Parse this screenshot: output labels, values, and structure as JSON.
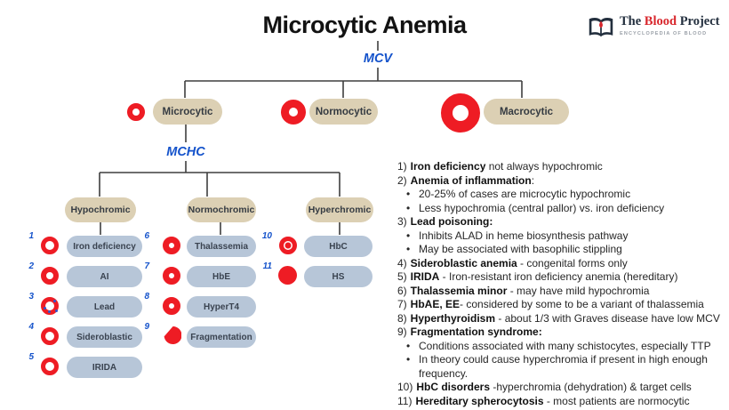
{
  "title": "Microcytic Anemia",
  "bullet": "•",
  "logo": {
    "word1": "The",
    "word2": "Blood",
    "word3": "Project",
    "tagline": "ENCYCLOPEDIA OF BLOOD",
    "icon": "open-book-with-blood-drop"
  },
  "labels": {
    "mcv": "MCV",
    "mchc": "MCHC"
  },
  "mcv_nodes": [
    {
      "label": "Microcytic",
      "icon": "small-microcyte-rbc"
    },
    {
      "label": "Normocytic",
      "icon": "normal-size-rbc"
    },
    {
      "label": "Macrocytic",
      "icon": "large-macrocyte-rbc"
    }
  ],
  "mchc_nodes": [
    {
      "label": "Hypochromic"
    },
    {
      "label": "Normochromic"
    },
    {
      "label": "Hyperchromic"
    }
  ],
  "columns": {
    "hypochromic": [
      {
        "num": "1",
        "label": "Iron deficiency",
        "icon": "hypochromic-rbc-ring"
      },
      {
        "num": "2",
        "label": "AI",
        "icon": "mildly-hypochromic-rbc-ring"
      },
      {
        "num": "3",
        "label": "Lead",
        "icon": "basophilic-stippled-rbc"
      },
      {
        "num": "4",
        "label": "Sideroblastic",
        "icon": "hypochromic-rbc-ring"
      },
      {
        "num": "5",
        "label": "IRIDA",
        "icon": "hypochromic-rbc-ring"
      }
    ],
    "normochromic": [
      {
        "num": "6",
        "label": "Thalassemia",
        "icon": "normochromic-rbc-donut"
      },
      {
        "num": "7",
        "label": "HbE",
        "icon": "normochromic-rbc-donut"
      },
      {
        "num": "8",
        "label": "HyperT4",
        "icon": "normochromic-rbc-donut"
      },
      {
        "num": "9",
        "label": "Fragmentation",
        "icon": "schistocyte-fragment"
      }
    ],
    "hyperchromic": [
      {
        "num": "10",
        "label": "HbC",
        "icon": "target-cell"
      },
      {
        "num": "11",
        "label": "HS",
        "icon": "spherocyte-solid"
      }
    ]
  },
  "notes": [
    {
      "num": "1)",
      "bold": "Iron deficiency",
      "rest": " not always hypochromic"
    },
    {
      "num": "2)",
      "bold": "Anemia of inflammation",
      "rest": ":"
    },
    {
      "text": "20-25% of cases are microcytic hypochromic"
    },
    {
      "text": "Less hypochromia (central pallor) vs. iron deficiency"
    },
    {
      "num": "3)",
      "bold": "Lead poisoning:",
      "rest": ""
    },
    {
      "text": "Inhibits ALAD in heme biosynthesis pathway"
    },
    {
      "text": "May be associated with basophilic stippling"
    },
    {
      "num": "4)",
      "bold": "Sideroblastic anemia",
      "rest": " - congenital forms only"
    },
    {
      "num": "5)",
      "bold": "IRIDA",
      "rest": " - Iron-resistant iron deficiency anemia (hereditary)"
    },
    {
      "num": "6)",
      "bold": "Thalassemia minor",
      "rest": " - may have mild hypochromia"
    },
    {
      "num": "7)",
      "bold": "HbAE, EE",
      "rest": "- considered by some to be a variant of thalassemia"
    },
    {
      "num": "8)",
      "bold": "Hyperthyroidism",
      "rest": " - about 1/3 with Graves disease have low MCV"
    },
    {
      "num": "9)",
      "bold": "Fragmentation syndrome:",
      "rest": ""
    },
    {
      "text": "Conditions associated with many schistocytes, especially TTP"
    },
    {
      "text": "In theory could cause hyperchromia if present in high enough frequency."
    },
    {
      "num": "10)",
      "bold": "HbC disorders",
      "rest": " -hyperchromia (dehydration) & target cells"
    },
    {
      "num": "11)",
      "bold": "Hereditary spherocytosis",
      "rest": " - most patients are normocytic"
    }
  ],
  "colors": {
    "red": "#ee1c24",
    "tan": "#dcd0b4",
    "slate": "#b7c6d8",
    "blue": "#1553cb",
    "line": "#3f3f3f",
    "logo_navy": "#232f3e",
    "logo_red": "#d8262c"
  }
}
